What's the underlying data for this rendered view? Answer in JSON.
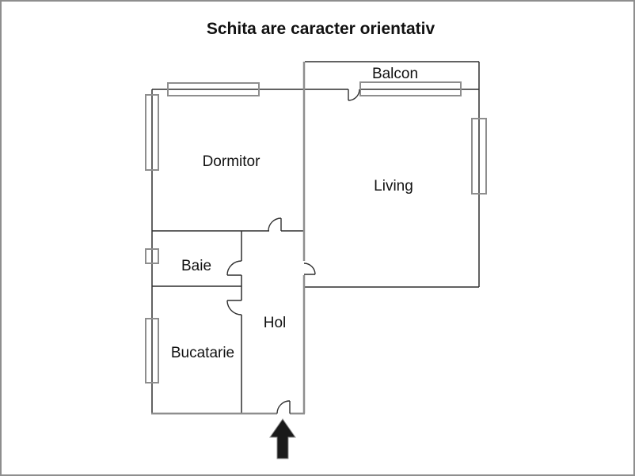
{
  "title": "Schita are caracter orientativ",
  "rooms": {
    "balcon": {
      "label": "Balcon"
    },
    "dormitor": {
      "label": "Dormitor"
    },
    "living": {
      "label": "Living"
    },
    "baie": {
      "label": "Baie"
    },
    "hol": {
      "label": "Hol"
    },
    "bucatarie": {
      "label": "Bucatarie"
    }
  },
  "colors": {
    "wall": "#2f2f2f",
    "structure_gray": "#8e8e8e",
    "text": "#111111",
    "background": "#ffffff",
    "arrow": "#1a1a1a"
  }
}
